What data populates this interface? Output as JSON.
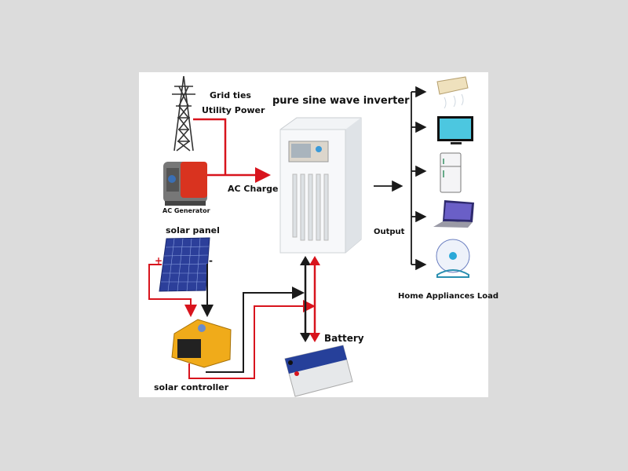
{
  "diagram": {
    "title": "pure sine wave inverter",
    "labels": {
      "grid": "Grid ties",
      "utility": "Utility Power",
      "ac_generator": "AC Generator",
      "ac_charge": "AC Charge",
      "solar_panel": "solar panel",
      "solar_controller": "solar controller",
      "battery": "Battery",
      "output": "Output",
      "home_load": "Home Appliances Load",
      "plus": "+",
      "minus": "-"
    },
    "appliances": [
      "air conditioner",
      "television",
      "refrigerator",
      "laptop",
      "fan"
    ],
    "colors": {
      "ac_line": "#d8141d",
      "dc_positive": "#d8141d",
      "dc_negative": "#1a1a1a",
      "background": "#dcdcdc",
      "panel": "#ffffff"
    }
  }
}
